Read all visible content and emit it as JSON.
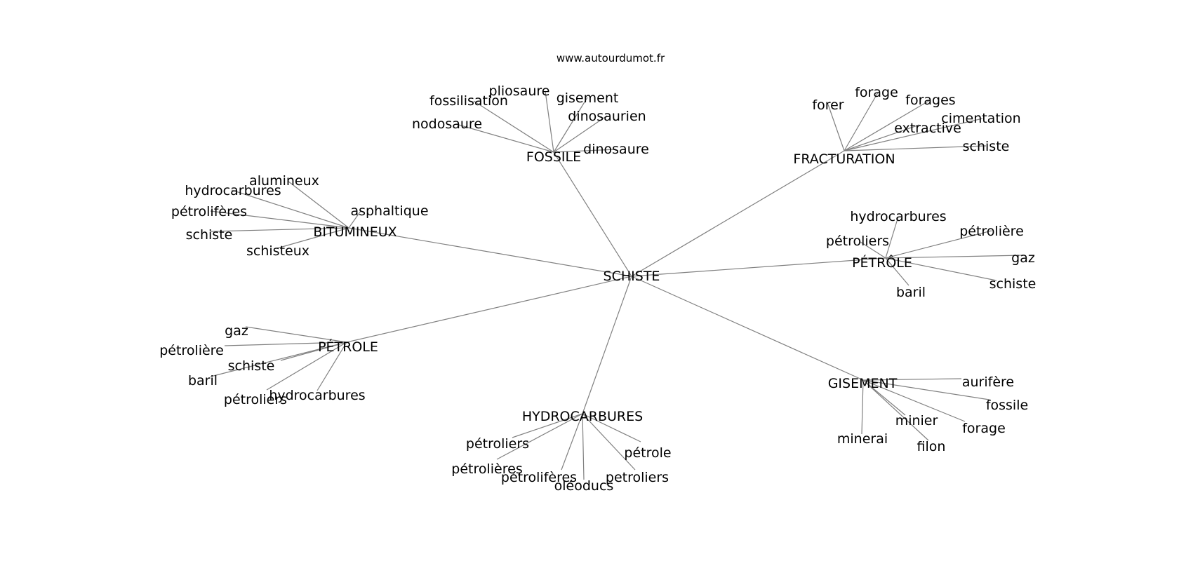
{
  "site": "www.autourdumot.fr",
  "root": "SCHISTE",
  "clusters": [
    {
      "id": "fossile",
      "label": "FOSSILE",
      "leaves": [
        "pliosaure",
        "fossilisation",
        "gisement",
        "dinosaurien",
        "nodosaure",
        "dinosaure"
      ]
    },
    {
      "id": "fracturation",
      "label": "FRACTURATION",
      "leaves": [
        "forage",
        "forer",
        "forages",
        "cimentation",
        "extractive",
        "schiste"
      ]
    },
    {
      "id": "bitumineux",
      "label": "BITUMINEUX",
      "leaves": [
        "alumineux",
        "hydrocarbures",
        "asphaltique",
        "pétrolifères",
        "schiste",
        "schisteux"
      ]
    },
    {
      "id": "petrole-right",
      "label": "PÉTRÔLE",
      "leaves": [
        "hydrocarbures",
        "pétrolière",
        "pétroliers",
        "gaz",
        "schiste",
        "baril"
      ]
    },
    {
      "id": "petrole-left",
      "label": "PÉTROLE",
      "leaves": [
        "gaz",
        "pétrolière",
        "schiste",
        "baril",
        "hydrocarbures",
        "pétroliers"
      ]
    },
    {
      "id": "gisement",
      "label": "GISEMENT",
      "leaves": [
        "aurifère",
        "fossile",
        "minier",
        "forage",
        "minerai",
        "filon"
      ]
    },
    {
      "id": "hydrocarbures",
      "label": "HYDROCARBURES",
      "leaves": [
        "pétroliers",
        "pétrole",
        "pétrolières",
        "pétrolifères",
        "petroliers",
        "oléoducs"
      ]
    }
  ]
}
